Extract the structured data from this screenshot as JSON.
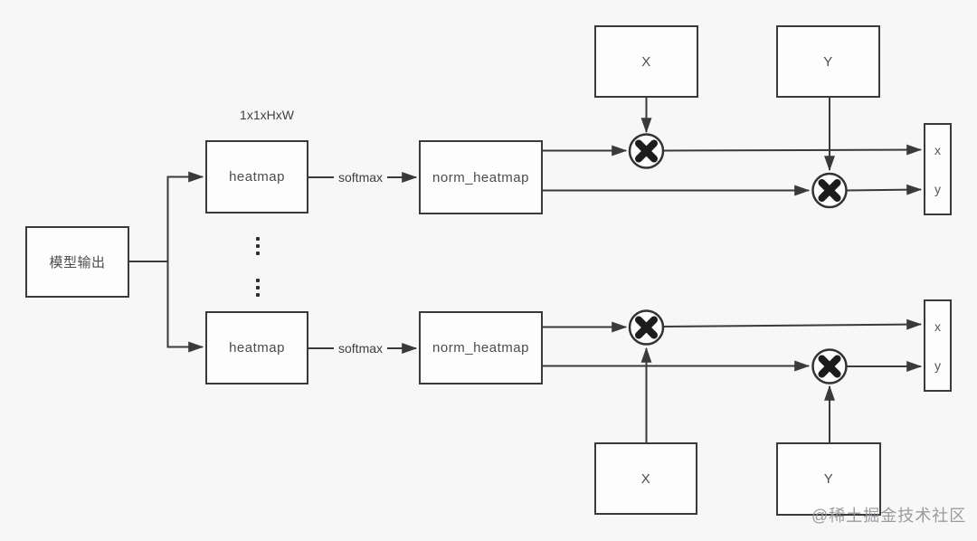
{
  "diagram": {
    "title_hint": "keypoint coordinate decoding flow (heatmap soft-argmax)",
    "colors": {
      "background": "#f7f7f7",
      "line": "#3a3a3a",
      "box_border": "#3a3a3a",
      "box_fill": "#fdfdfd",
      "text": "#4c4c4c",
      "watermark": "#8e9094"
    },
    "labels": {
      "shape_annotation": "1x1xHxW",
      "model_output": "模型输出",
      "heatmap": "heatmap",
      "softmax": "softmax",
      "norm_heatmap": "norm_heatmap",
      "x_input": "X",
      "y_input": "Y",
      "out_x": "x",
      "out_y": "y"
    },
    "edges": [
      "模型输出 -> heatmap (top branch)",
      "模型输出 -> heatmap (bottom branch)",
      "heatmap -softmax-> norm_heatmap (top)",
      "heatmap -softmax-> norm_heatmap (bottom)",
      "norm_heatmap -> multiply(X) -> out x (top)",
      "norm_heatmap -> multiply(Y) -> out y (top)",
      "X -> multiply (top)",
      "Y -> multiply (top)",
      "norm_heatmap -> multiply(X) -> out x (bottom)",
      "norm_heatmap -> multiply(Y) -> out y (bottom)",
      "X -> multiply (bottom)",
      "Y -> multiply (bottom)"
    ],
    "ellipsis_between_branches": true,
    "watermark": "@稀土掘金技术社区"
  }
}
